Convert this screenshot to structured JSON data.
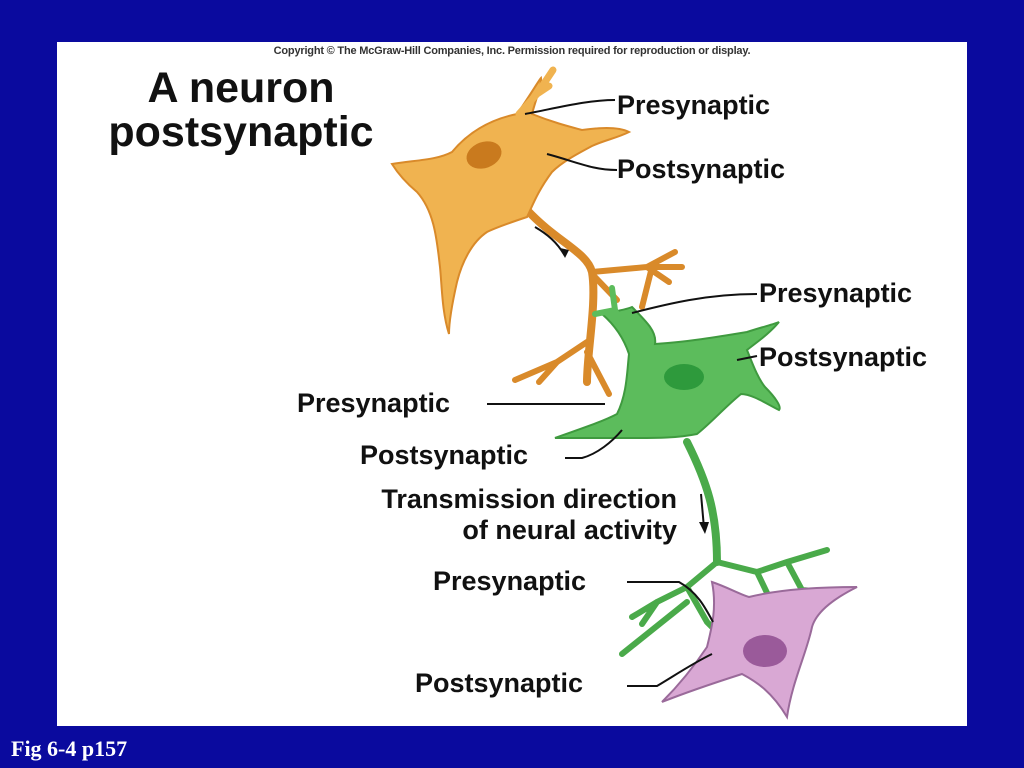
{
  "copyright": "Copyright © The McGraw-Hill Companies, Inc. Permission required for reproduction or display.",
  "title_line1": "A neuron",
  "title_line2": "postsynaptic",
  "labels": {
    "n1_pre": "Presynaptic",
    "n1_post": "Postsynaptic",
    "n2_pre_right": "Presynaptic",
    "n2_post_right": "Postsynaptic",
    "n2_pre_left": "Presynaptic",
    "n2_post_left": "Postsynaptic",
    "n3_pre": "Presynaptic",
    "n3_post": "Postsynaptic"
  },
  "transmission_line1": "Transmission direction",
  "transmission_line2": "of neural activity",
  "fig_ref": "Fig 6-4 p157",
  "colors": {
    "background": "#0a0a9e",
    "neuron_orange": "#f0b350",
    "axon_orange": "#d98a2a",
    "neuron_green": "#5cbc5c",
    "nucleus_green": "#2e9a3c",
    "neuron_purple": "#d9a8d4",
    "nucleus_purple": "#9a5a9a"
  }
}
